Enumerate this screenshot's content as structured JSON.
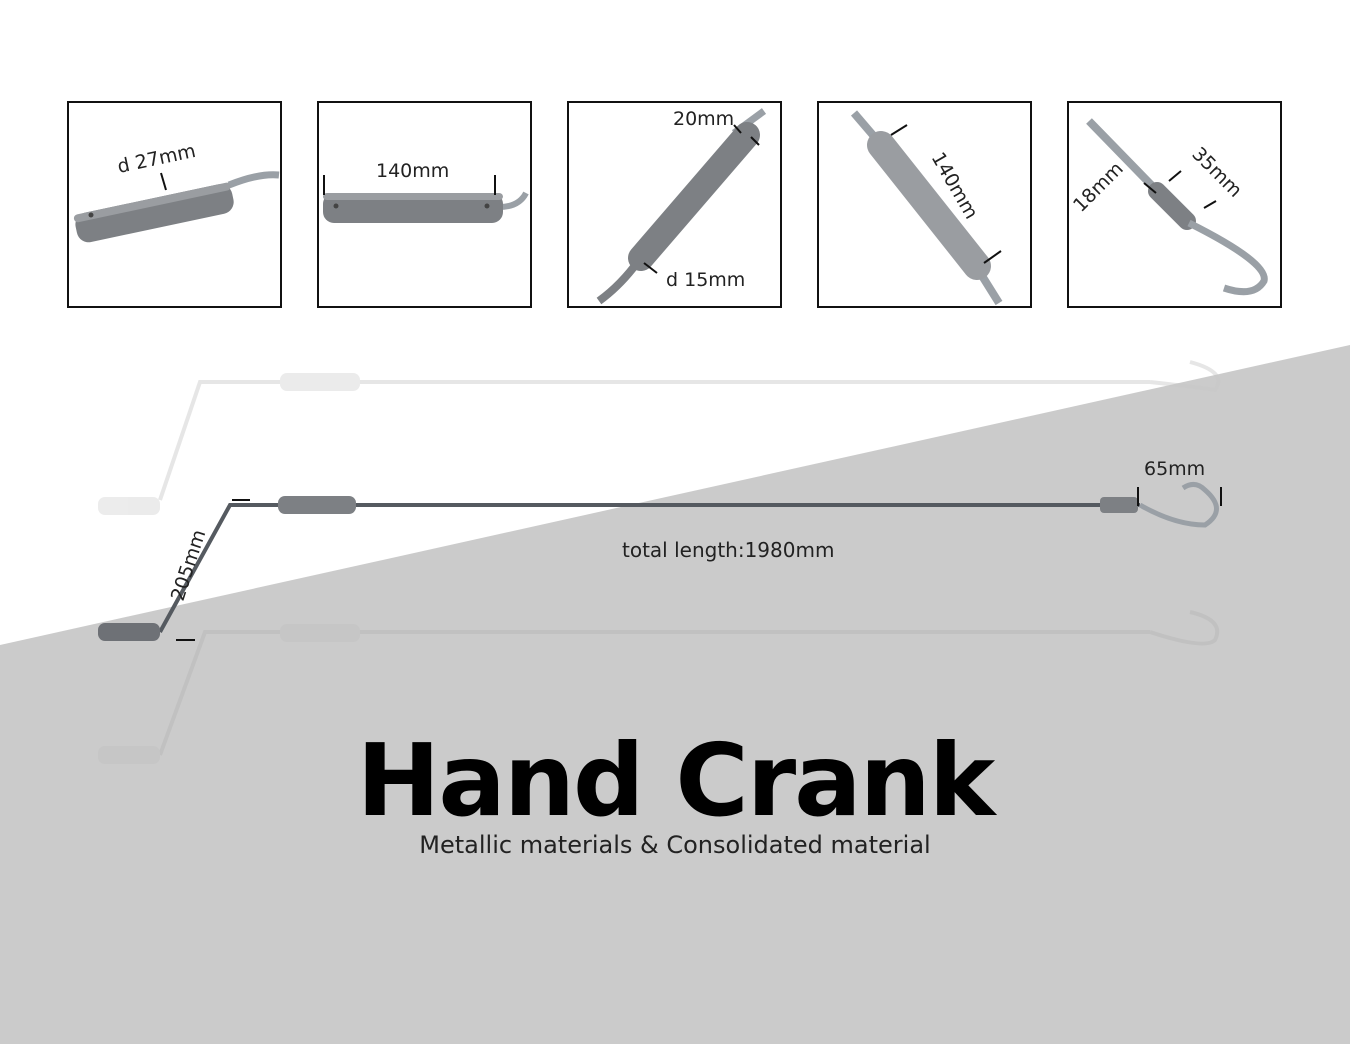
{
  "title": "Hand Crank",
  "subtitle": "Metallic materials  &  Consolidated material",
  "thumbnails": [
    {
      "label": "d 27mm"
    },
    {
      "label": "140mm"
    },
    {
      "label_top": "20mm",
      "label_bottom": "d 15mm"
    },
    {
      "label": "140mm"
    },
    {
      "label_left": "18mm",
      "label_right": "35mm"
    }
  ],
  "dimensions": {
    "hook_width": "65mm",
    "total_length": "total length:1980mm",
    "crank_offset": "205mm"
  },
  "colors": {
    "background_shade": "#cbcbcb",
    "grip": "#7d8084",
    "metal": "#9aa0a6"
  }
}
